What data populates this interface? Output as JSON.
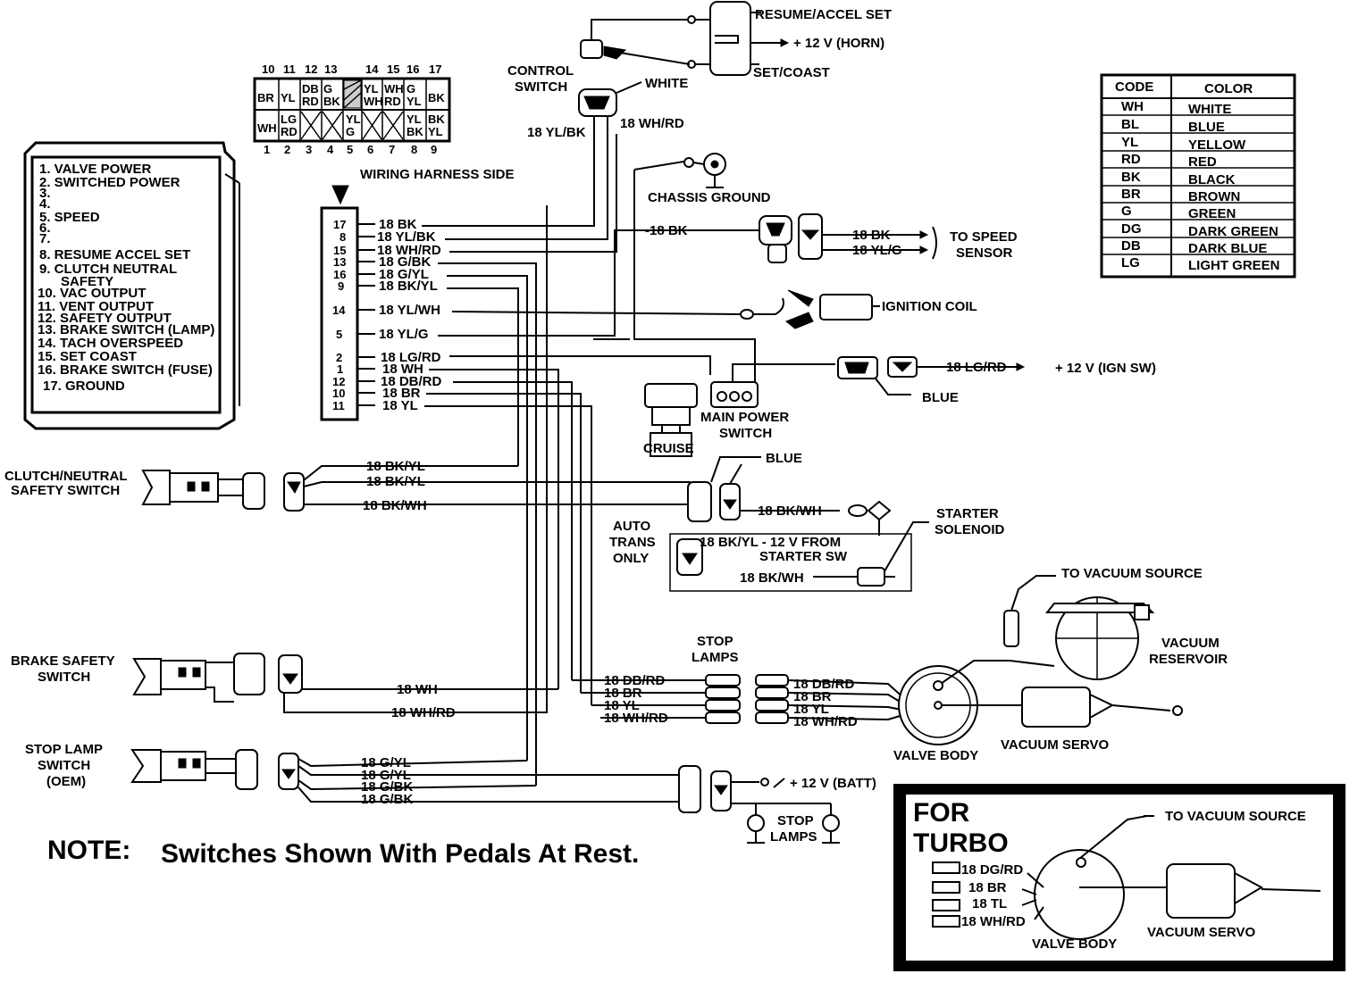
{
  "module": {
    "legend": [
      "1. VALVE POWER",
      "2. SWITCHED POWER",
      "3.",
      "4.",
      "5. SPEED",
      "6.",
      "7.",
      "8. RESUME ACCEL SET",
      "9. CLUTCH NEUTRAL",
      "SAFETY",
      "10. VAC OUTPUT",
      "11. VENT OUTPUT",
      "12. SAFETY OUTPUT",
      "13. BRAKE SWITCH (LAMP)",
      "14. TACH OVERSPEED",
      "15. SET COAST",
      "16. BRAKE SWITCH (FUSE)",
      "17. GROUND"
    ]
  },
  "connector": {
    "top_numbers": [
      "10",
      "11",
      "12",
      "13",
      "14",
      "15",
      "16",
      "17"
    ],
    "bottom_numbers": [
      "1",
      "2",
      "3",
      "4",
      "5",
      "6",
      "7",
      "8",
      "9"
    ],
    "top_cells": [
      "BR",
      "YL",
      "DB RD",
      "G BK",
      "",
      "YL WH",
      "WH RD",
      "G YL",
      "BK"
    ],
    "bottom_cells": [
      "WH",
      "LG RD",
      "",
      "",
      "YL G",
      "",
      "",
      "YL BK",
      "BK YL"
    ],
    "caption": "WIRING HARNESS SIDE"
  },
  "harness": {
    "pins": [
      "17",
      "8",
      "15",
      "13",
      "16",
      "9",
      "14",
      "5",
      "2",
      "1",
      "12",
      "10",
      "11"
    ],
    "wires": [
      "18 BK",
      "18 YL/BK",
      "18 WH/RD",
      "18 G/BK",
      "18 G/YL",
      "18 BK/YL",
      "18 YL/WH",
      "18 YL/G",
      "18 LG/RD",
      "18 WH",
      "18 DB/RD",
      "18 BR",
      "18 YL"
    ]
  },
  "control_switch": {
    "label_1": "CONTROL",
    "label_2": "SWITCH",
    "white": "WHITE",
    "wire_yl_bk": "18 YL/BK",
    "wire_wh_rd": "18 WH/RD",
    "resume": "RESUME/ACCEL SET",
    "horn": "+ 12 V (HORN)",
    "set_coast": "SET/COAST"
  },
  "color_code": {
    "headers": [
      "CODE",
      "COLOR"
    ],
    "rows": [
      [
        "WH",
        "WHITE"
      ],
      [
        "BL",
        "BLUE"
      ],
      [
        "YL",
        "YELLOW"
      ],
      [
        "RD",
        "RED"
      ],
      [
        "BK",
        "BLACK"
      ],
      [
        "BR",
        "BROWN"
      ],
      [
        "G",
        "GREEN"
      ],
      [
        "DG",
        "DARK GREEN"
      ],
      [
        "DB",
        "DARK BLUE"
      ],
      [
        "LG",
        "LIGHT GREEN"
      ]
    ]
  },
  "labels": {
    "chassis_ground": "CHASSIS GROUND",
    "speed_in": "-18 BK",
    "speed_bk": "18 BK",
    "speed_ylg": "18 YL/G",
    "to_speed_1": "TO SPEED",
    "to_speed_2": "SENSOR",
    "ignition_coil": "IGNITION COIL",
    "ign_wire": "18 LG/RD",
    "ign_sw": "+ 12 V (IGN SW)",
    "blue": "BLUE",
    "main_power_1": "MAIN POWER",
    "main_power_2": "SWITCH",
    "cruise": "CRUISE",
    "clutch_1": "CLUTCH/NEUTRAL",
    "clutch_2": "SAFETY SWITCH",
    "clutch_w1": "18 BK/YL",
    "clutch_w2": "18 BK/YL",
    "clutch_w3": "18 BK/WH",
    "blue_2": "BLUE",
    "bkwh_2": "18 BK/WH",
    "auto_1": "AUTO",
    "auto_2": "TRANS",
    "auto_3": "ONLY",
    "bkyl_from": "18 BK/YL - 12 V FROM",
    "starter_sw": "STARTER SW",
    "bkwh_3": "18 BK/WH",
    "starter_1": "STARTER",
    "starter_2": "SOLENOID",
    "brake_1": "BRAKE SAFETY",
    "brake_2": "SWITCH",
    "brake_w1": "18 WH",
    "brake_w2": "18 WH/RD",
    "stop_lamps_1": "STOP",
    "stop_lamps_2": "LAMPS",
    "vs_left": [
      "18 DB/RD",
      "18 BR",
      "18 YL",
      "18 WH/RD"
    ],
    "vs_right": [
      "18 DB/RD",
      "18 BR",
      "18 YL",
      "18 WH/RD"
    ],
    "to_vacuum": "TO VACUUM SOURCE",
    "vac_res_1": "VACUUM",
    "vac_res_2": "RESERVOIR",
    "valve_body": "VALVE BODY",
    "vacuum_servo": "VACUUM SERVO",
    "stoplamp_1": "STOP LAMP",
    "stoplamp_2": "SWITCH",
    "stoplamp_3": "(OEM)",
    "sl_wires": [
      "18 G/YL",
      "18 G/YL",
      "18 G/BK",
      "18 G/BK"
    ],
    "batt": "+ 12 V (BATT)",
    "stop_2a": "STOP",
    "stop_2b": "LAMPS",
    "note_1": "NOTE:",
    "note_2": "Switches Shown With Pedals At Rest."
  },
  "turbo": {
    "title_1": "FOR",
    "title_2": "TURBO",
    "to_vacuum": "TO VACUUM SOURCE",
    "wires": [
      "18 DG/RD",
      "18 BR",
      "18 TL",
      "18 WH/RD"
    ],
    "valve_body": "VALVE BODY",
    "vacuum_servo": "VACUUM SERVO"
  }
}
